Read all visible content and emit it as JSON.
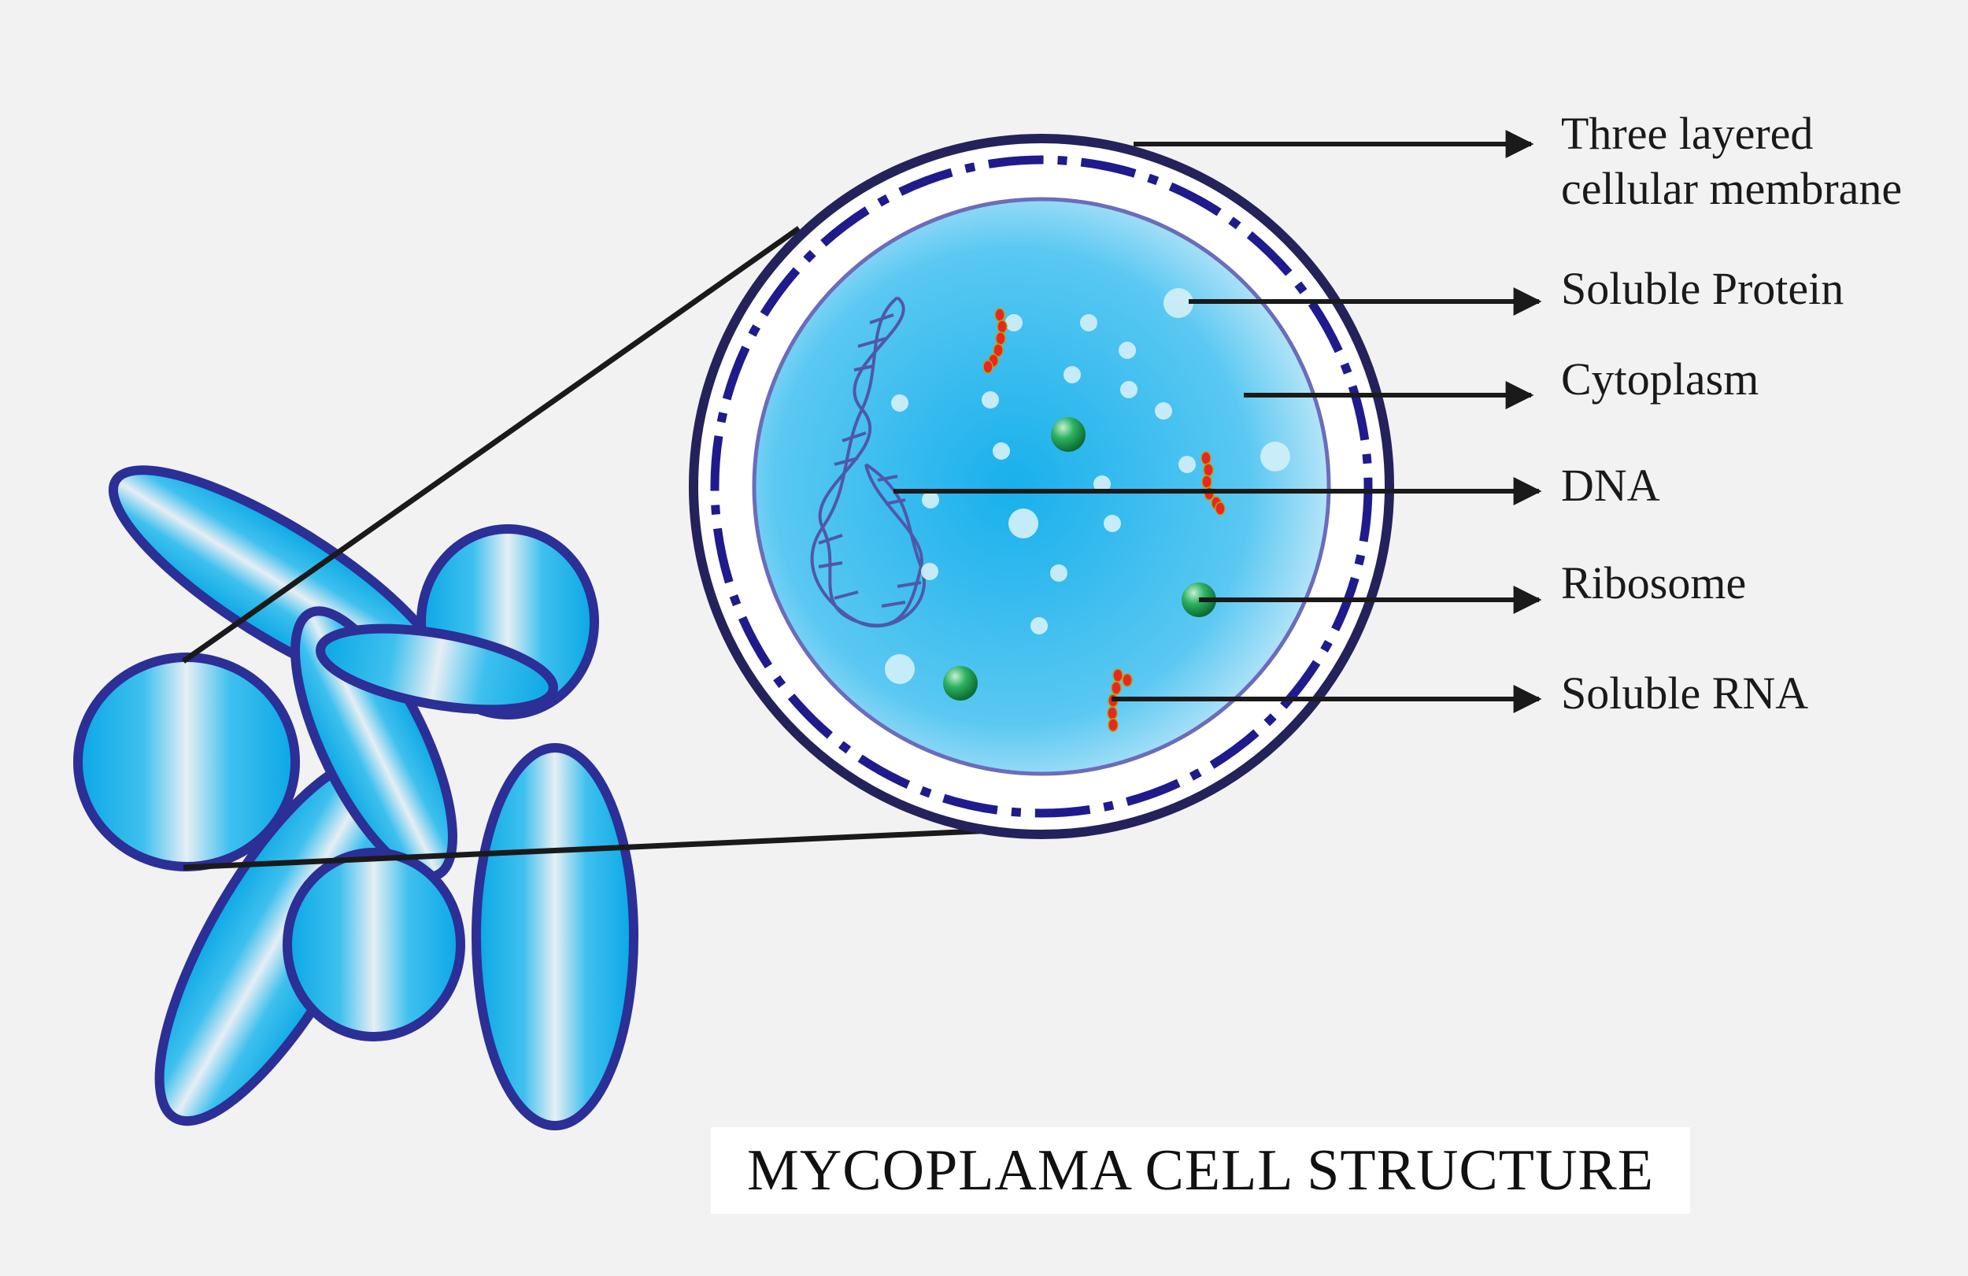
{
  "title": "MYCOPLAMA CELL STRUCTURE",
  "labels": {
    "membrane": "Three layered\ncellular membrane",
    "protein": "Soluble Protein",
    "cytoplasm": "Cytoplasm",
    "dna": "DNA",
    "ribosome": "Ribosome",
    "rna": "Soluble RNA"
  },
  "colors": {
    "background": "#f2f2f2",
    "cell_outline": "#2b2f96",
    "cell_fill": "#1fb2ea",
    "membrane_dark": "#23225a",
    "cytoplasm": "#2ab8ec",
    "ribosome": "#1f9a4a",
    "rna": "#e8281c",
    "leader_line": "#1a1a1a"
  },
  "icons": [
    "arrow-right-icon",
    "dna-helix-icon",
    "ribosome-icon",
    "rna-chain-icon"
  ]
}
